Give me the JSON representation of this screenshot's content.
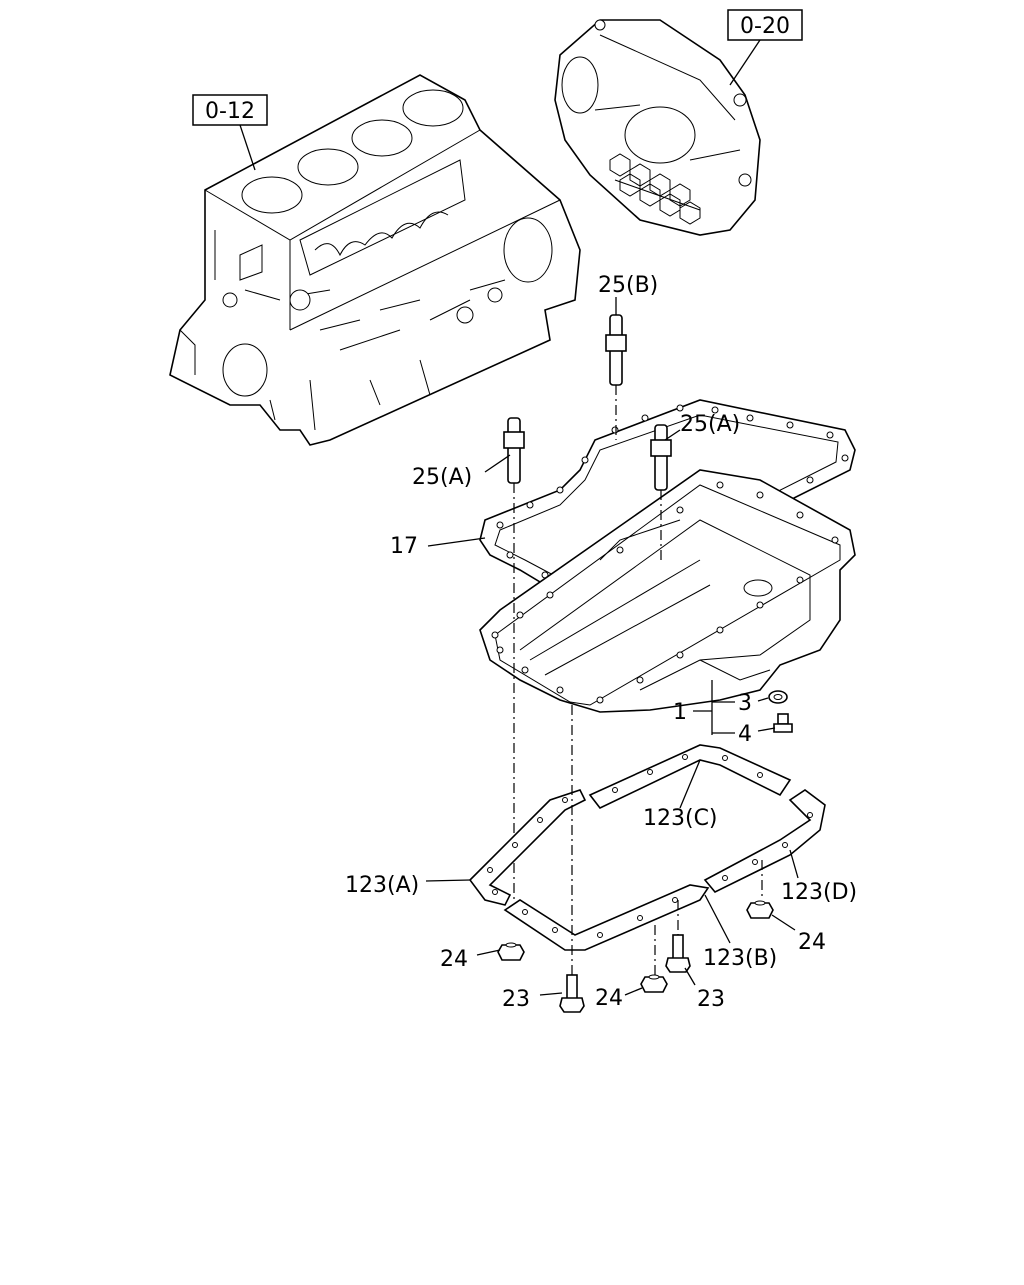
{
  "references": {
    "block": "0-12",
    "flywheel_housing": "0-20"
  },
  "callouts": {
    "stud_25b": "25(B)",
    "stud_25a_right": "25(A)",
    "stud_25a_left": "25(A)",
    "gasket_17": "17",
    "oil_pan_1": "1",
    "washer_3": "3",
    "drain_plug_4": "4",
    "gasket_123c": "123(C)",
    "gasket_123a": "123(A)",
    "gasket_123d": "123(D)",
    "gasket_123b": "123(B)",
    "nut_24_left": "24",
    "nut_24_right": "24",
    "nut_24_bottom": "24",
    "bolt_23_left": "23",
    "bolt_23_right": "23"
  }
}
